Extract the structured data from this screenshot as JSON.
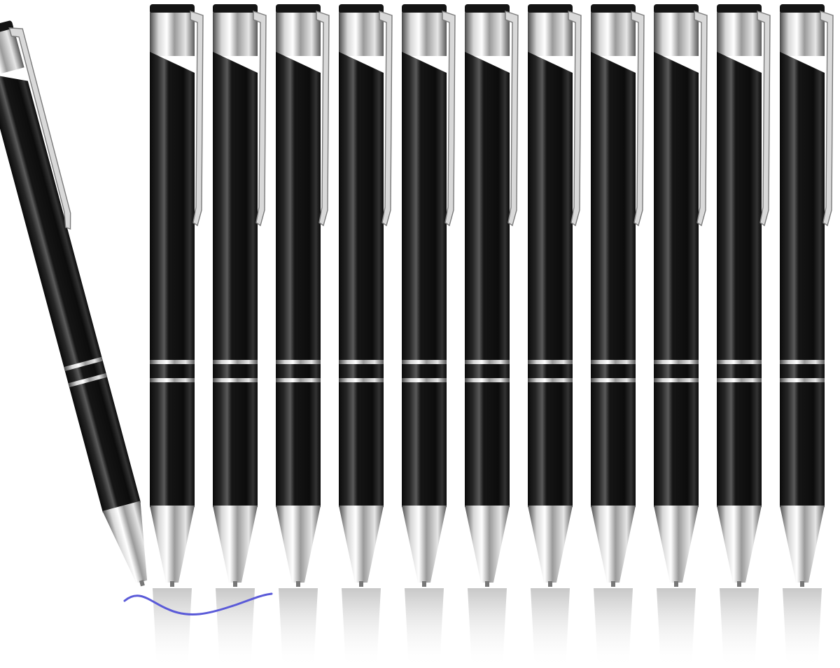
{
  "scene": {
    "subject": "ballpoint-pens",
    "pen_count": 12,
    "upright_pen_count": 11,
    "tilted_pen_count": 1,
    "has_ink_scribble": true,
    "has_reflections": true
  },
  "colors": {
    "background": "#ffffff",
    "barrel": "#141414",
    "barrel_highlight": "#4a4a4a",
    "chrome_light": "#f2f2f2",
    "chrome_mid": "#b8b8b8",
    "chrome_dark": "#5a5a5a",
    "ink": "#5a5ad8"
  }
}
